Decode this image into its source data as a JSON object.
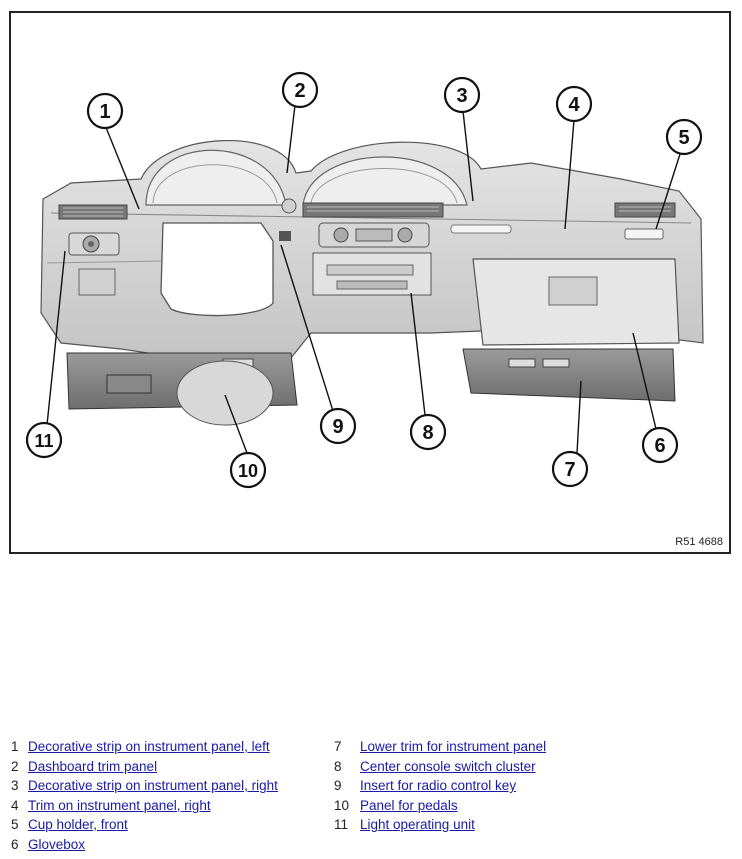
{
  "figure": {
    "code": "R51 4688",
    "callouts": [
      {
        "n": "1"
      },
      {
        "n": "2"
      },
      {
        "n": "3"
      },
      {
        "n": "4"
      },
      {
        "n": "5"
      },
      {
        "n": "6"
      },
      {
        "n": "7"
      },
      {
        "n": "8"
      },
      {
        "n": "9"
      },
      {
        "n": "10"
      },
      {
        "n": "11"
      }
    ]
  },
  "legend": {
    "left": [
      {
        "num": "1",
        "label": "Decorative strip on instrument panel, left"
      },
      {
        "num": "2",
        "label": "Dashboard trim panel"
      },
      {
        "num": "3",
        "label": "Decorative strip on instrument panel, right"
      },
      {
        "num": "4",
        "label": "Trim on instrument panel, right"
      },
      {
        "num": "5",
        "label": "Cup holder, front"
      },
      {
        "num": "6",
        "label": "Glovebox"
      }
    ],
    "right": [
      {
        "num": "7",
        "label": "Lower trim for instrument panel"
      },
      {
        "num": "8",
        "label": "Center console switch cluster"
      },
      {
        "num": "9",
        "label": "Insert for radio control key"
      },
      {
        "num": "10",
        "label": "Panel for pedals"
      },
      {
        "num": "11",
        "label": "Light operating unit"
      }
    ]
  }
}
